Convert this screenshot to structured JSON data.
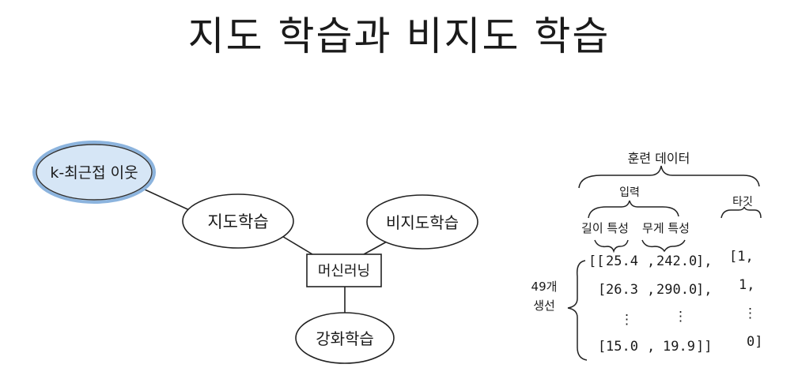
{
  "title": "지도 학습과 비지도 학습",
  "mindmap": {
    "knn": "k-최근접 이웃",
    "supervised": "지도학습",
    "unsupervised": "비지도학습",
    "ml": "머신러닝",
    "reinforcement": "강화학습"
  },
  "training": {
    "label": "훈련 데이터",
    "input_label": "입력",
    "target_label": "타깃",
    "col_length": "길이 특성",
    "col_weight": "무게 특성",
    "count_label_1": "49개",
    "count_label_2": "생선",
    "rows": [
      {
        "open": "[[",
        "length": "25.4",
        "sep": ",",
        "weight": "242.0",
        "close": "],",
        "target": "[1,"
      },
      {
        "open": "[",
        "length": "26.3",
        "sep": ",",
        "weight": "290.0",
        "close": "],",
        "target": "1,"
      },
      {
        "open": "",
        "length": "⋮",
        "sep": "",
        "weight": "⋮",
        "close": "",
        "target": "⋮"
      },
      {
        "open": "[",
        "length": "15.0",
        "sep": ",",
        "weight": "19.9",
        "close": "]]",
        "target": "0]"
      }
    ]
  },
  "colors": {
    "highlight_fill": "#d6e6f6",
    "highlight_stroke": "#8cb4de"
  }
}
